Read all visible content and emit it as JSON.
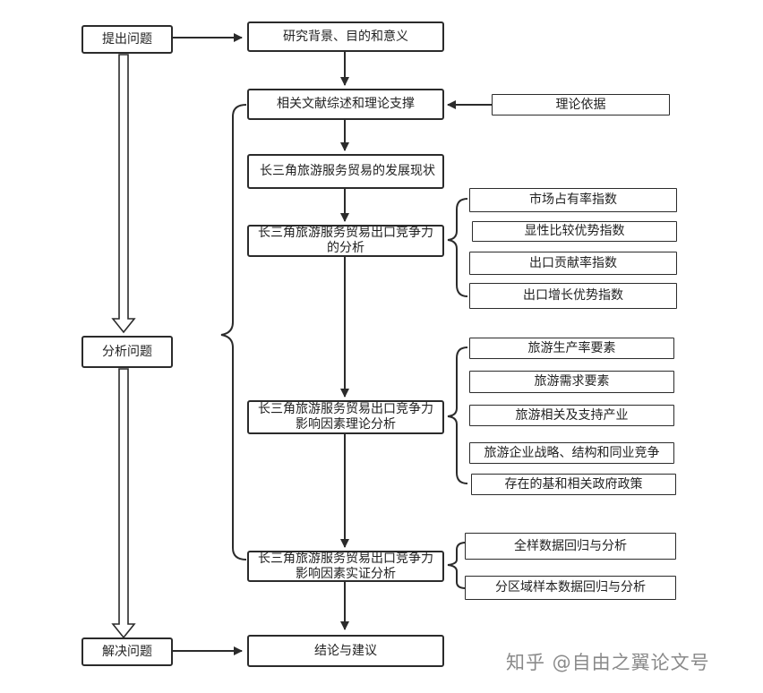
{
  "left_column": {
    "raise": "提出问题",
    "analyze": "分析问题",
    "solve": "解决问题"
  },
  "main_flow": {
    "background": "研究背景、目的和意义",
    "review": "相关文献综述和理论支撑",
    "status": "长三角旅游服务贸易的发展现状",
    "competitiveness": "长三角旅游服务贸易出口竞争力的分析",
    "theory": "长三角旅游服务贸易出口竞争力影响因素理论分析",
    "empirical": "长三角旅游服务贸易出口竞争力影响因素实证分析",
    "conclusion": "结论与建议"
  },
  "theory_basis": "理论依据",
  "indices": [
    "市场占有率指数",
    "显性比较优势指数",
    "出口贡献率指数",
    "出口增长优势指数"
  ],
  "factors": [
    "旅游生产率要素",
    "旅游需求要素",
    "旅游相关及支持产业",
    "旅游企业战略、结构和同业竞争",
    "存在的基和相关政府政策"
  ],
  "regressions": [
    "全样数据回归与分析",
    "分区域样本数据回归与分析"
  ],
  "watermark": "知乎 @自由之翼论文号"
}
